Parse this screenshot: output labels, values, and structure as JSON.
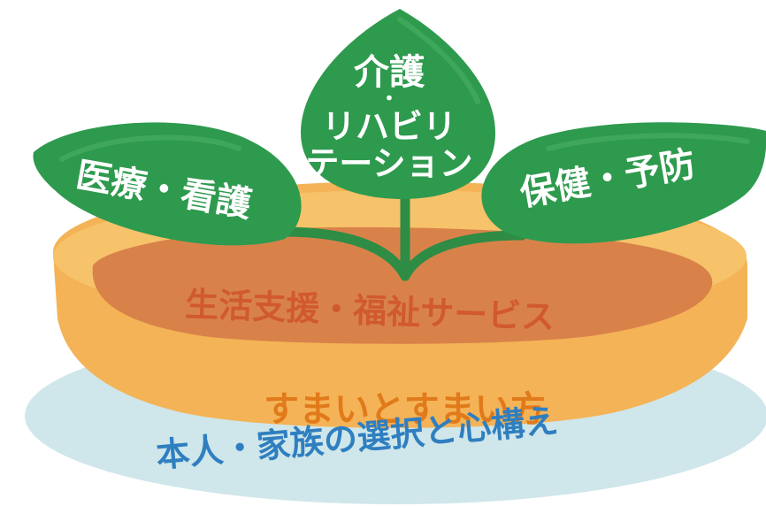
{
  "colors": {
    "leaf": "#2e9a4e",
    "leaf_highlight": "#5bbf74",
    "stem": "#2e8c45",
    "soil": "#d8824a",
    "soil_text": "#d15a2c",
    "pot_top": "#f6c26a",
    "pot_body": "#f4b356",
    "pot_text": "#e07a1a",
    "base": "#cfe6ea",
    "base_text": "#2f7fc0"
  },
  "leaves": {
    "left": "医療・看護",
    "center_top": "介護",
    "center_dot": "・",
    "center_mid": "リハビリ",
    "center_bottom": "テーション",
    "right": "保健・予防"
  },
  "soil_label": "生活支援・福祉サービス",
  "pot_label": "すまいとすまい方",
  "base_label": "本人・家族の選択と心構え"
}
